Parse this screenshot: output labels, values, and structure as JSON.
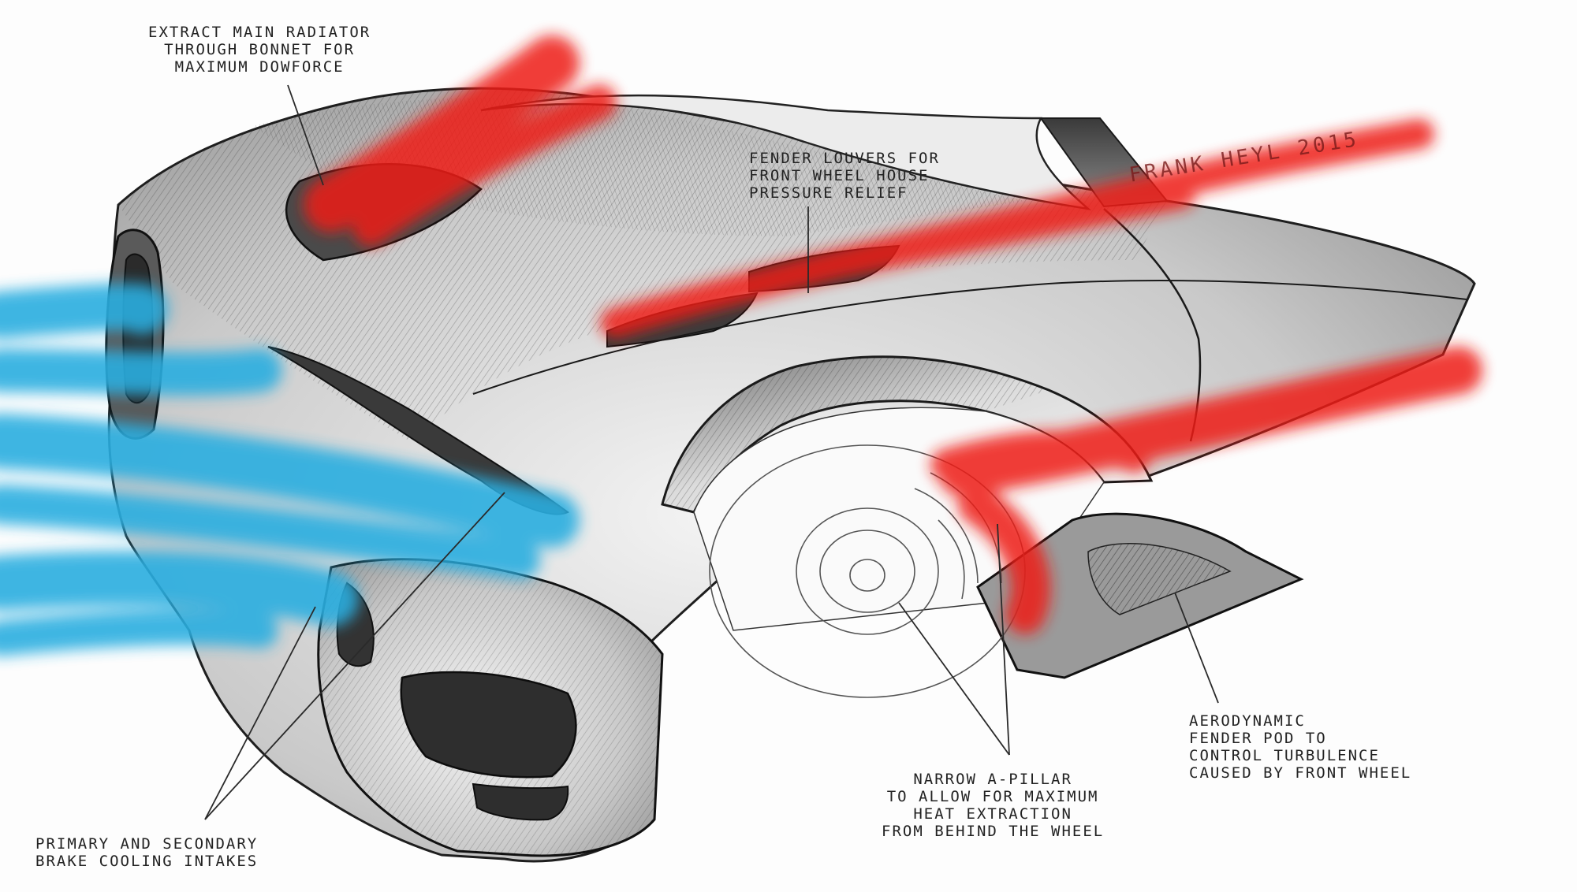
{
  "colors": {
    "cool_air": "#29aee0",
    "hot_air": "#ee1c12",
    "ink": "#222222",
    "body_shade": "#7c7c7c"
  },
  "annotations": {
    "radiator": [
      "EXTRACT MAIN RADIATOR",
      "THROUGH BONNET  FOR",
      "MAXIMUM DOWFORCE"
    ],
    "louvers": [
      "FENDER LOUVERS FOR",
      "FRONT WHEEL HOUSE",
      "PRESSURE RELIEF"
    ],
    "brake": [
      "PRIMARY AND SECONDARY",
      "BRAKE COOLING INTAKES"
    ],
    "pillar": [
      "NARROW A-PILLAR",
      "TO ALLOW FOR MAXIMUM",
      "HEAT EXTRACTION",
      "FROM BEHIND THE WHEEL"
    ],
    "pod": [
      "AERODYNAMIC",
      "FENDER POD TO",
      "CONTROL TURBULENCE",
      "CAUSED BY FRONT WHEEL"
    ]
  },
  "signature": "FRANK HEYL  2015"
}
